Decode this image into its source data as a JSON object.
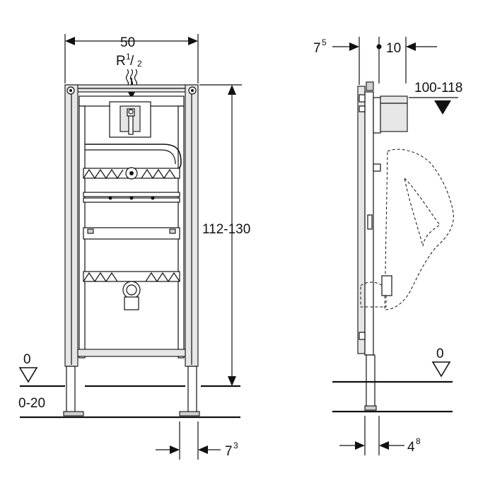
{
  "dimensions": {
    "width": "50",
    "pipe_thread_base": "R",
    "pipe_thread_sup": "1",
    "pipe_thread_sub": "2",
    "height_range": "112-130",
    "floor_front": "0",
    "floor_adjust": "0-20",
    "foot_offset_base": "7",
    "foot_offset_sup": "3",
    "wall_offset_base": "7",
    "wall_offset_sup": "5",
    "depth": "10",
    "outlet_height": "100-118",
    "floor_side": "0",
    "side_foot_base": "4",
    "side_foot_sup": "8"
  }
}
